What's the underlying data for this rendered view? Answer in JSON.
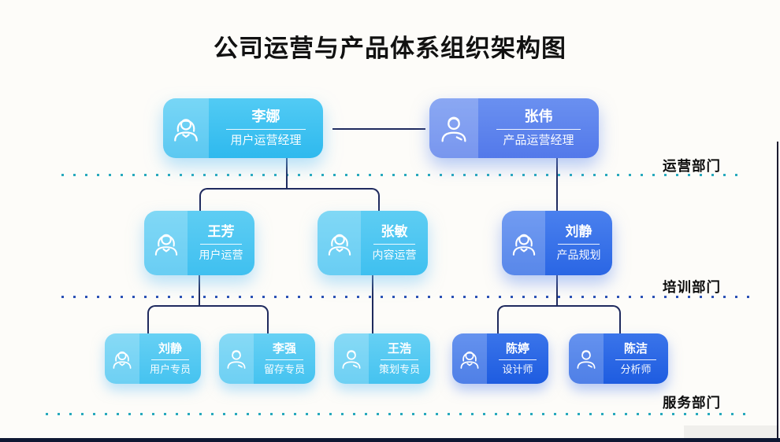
{
  "title": "公司运营与产品体系组织架构图",
  "departments": [
    {
      "label": "运营部门"
    },
    {
      "label": "培训部门"
    },
    {
      "label": "服务部门"
    }
  ],
  "nodes": {
    "lina": {
      "name": "李娜",
      "role": "用户运营经理",
      "avatar": "female"
    },
    "zhangwei": {
      "name": "张伟",
      "role": "产品运营经理",
      "avatar": "male"
    },
    "wangfang": {
      "name": "王芳",
      "role": "用户运营",
      "avatar": "female"
    },
    "zhangmin": {
      "name": "张敏",
      "role": "内容运营",
      "avatar": "female"
    },
    "liujing2": {
      "name": "刘静",
      "role": "产品规划",
      "avatar": "female"
    },
    "liujing3": {
      "name": "刘静",
      "role": "用户专员",
      "avatar": "female"
    },
    "liqiang": {
      "name": "李强",
      "role": "留存专员",
      "avatar": "male"
    },
    "wanghao": {
      "name": "王浩",
      "role": "策划专员",
      "avatar": "male"
    },
    "chenting": {
      "name": "陈婷",
      "role": "设计师",
      "avatar": "female"
    },
    "chenjie": {
      "name": "陈洁",
      "role": "分析师",
      "avatar": "male"
    }
  },
  "colors": {
    "cyan_box": "#3bc1f1",
    "blue_box": "#5379ea",
    "deep_blue_box": "#1e5ce0",
    "connector": "#1f2a5e",
    "dotted_teal": "#27a9bd",
    "dotted_blue": "#2b51b5",
    "title_text": "#111111"
  }
}
